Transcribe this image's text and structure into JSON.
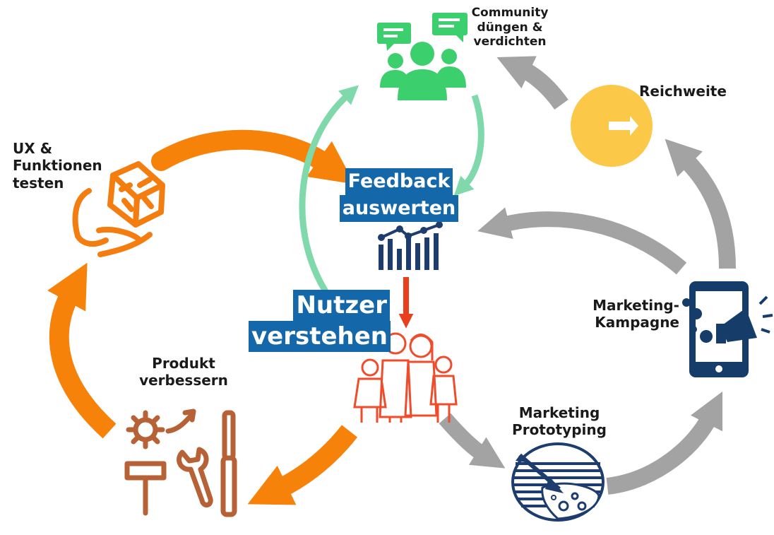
{
  "nodes": {
    "community": {
      "lines": [
        "Community",
        "düngen &",
        "verdichten"
      ],
      "color": "#3ccf6e"
    },
    "reichweite": {
      "lines": [
        "Reichweite"
      ],
      "color": "#fcc847"
    },
    "ux_testen": {
      "lines": [
        "UX &",
        "Funktionen",
        "testen"
      ],
      "color": "#f47d0f"
    },
    "feedback": {
      "lines": [
        "Feedback",
        "auswerten"
      ],
      "color": "#1c3d6e"
    },
    "nutzer": {
      "lines": [
        "Nutzer",
        "verstehen"
      ],
      "color": "#f04b2a"
    },
    "marketing_kampagne": {
      "lines": [
        "Marketing-",
        "Kampagne"
      ],
      "color": "#163d6a"
    },
    "produkt": {
      "lines": [
        "Produkt",
        "verbessern"
      ],
      "color": "#b76236"
    },
    "prototyping": {
      "lines": [
        "Marketing",
        "Prototyping"
      ],
      "color": "#1c3d6e"
    }
  },
  "colors": {
    "orange_arrow": "#f7820a",
    "gray_arrow": "#a3a3a3",
    "green_arrow": "#7fd9ab",
    "red_arrow": "#e8401c",
    "highlight_bg": "#1467a8"
  },
  "icons": {
    "community": "people-chat-icon",
    "reichweite": "arrow-right-circle-icon",
    "ux_testen": "hands-box-icon",
    "feedback": "bar-line-chart-icon",
    "nutzer": "family-icon",
    "marketing_kampagne": "phone-megaphone-icon",
    "produkt": "tools-gear-icon",
    "prototyping": "arrow-target-icon"
  }
}
